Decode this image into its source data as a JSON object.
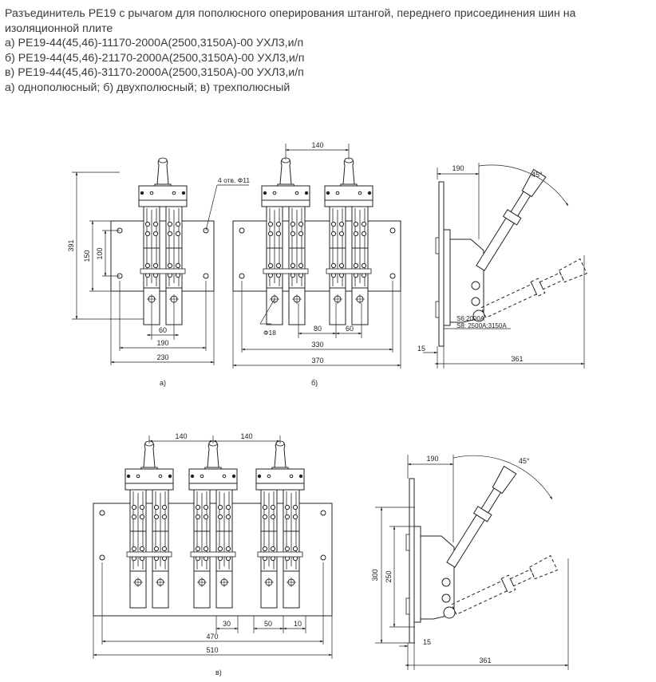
{
  "header": {
    "lines": [
      "Разъединитель РЕ19 с рычагом для пополюсного оперирования штангой, переднего присоединения шин на",
      "изоляционной плите",
      "а) РЕ19-44(45,46)-11170-2000А(2500,3150А)-00 УХЛ3,и/п",
      "б) РЕ19-44(45,46)-21170-2000А(2500,3150А)-00 УХЛ3,и/п",
      "в) РЕ19-44(45,46)-31170-2000А(2500,3150А)-00 УХЛ3,и/п",
      "а) однополюсный;  б) двухполюсный;  в) трехполюсный"
    ]
  },
  "fig_a": {
    "label": "а)",
    "dim_391": "391",
    "dim_150": "150",
    "dim_100": "100",
    "dim_60": "60",
    "dim_190": "190",
    "dim_230": "230",
    "holes_note": "4 отв. Ф11"
  },
  "fig_b": {
    "label": "б)",
    "dim_140": "140",
    "dim_80": "80",
    "dim_60": "60",
    "dim_330": "330",
    "dim_370": "370",
    "hole_d": "Ф18"
  },
  "side_top": {
    "dim_190": "190",
    "angle": "45°",
    "note_s6": "S6:2000A",
    "note_s8": "S8: 2500A;3150A",
    "dim_15": "15",
    "dim_361": "361"
  },
  "fig_c": {
    "label": "в)",
    "dim_140a": "140",
    "dim_140b": "140",
    "dim_30": "30",
    "dim_50": "50",
    "dim_10": "10",
    "dim_470": "470",
    "dim_510": "510"
  },
  "side_bottom": {
    "dim_190": "190",
    "angle": "45°",
    "dim_300": "300",
    "dim_250": "250",
    "dim_15": "15",
    "dim_361": "361"
  }
}
